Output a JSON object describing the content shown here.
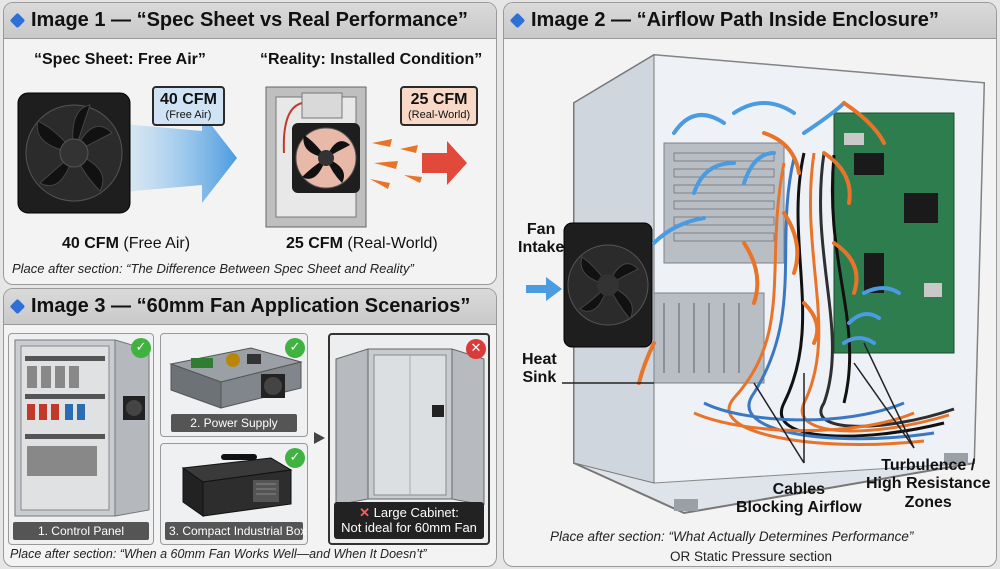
{
  "panel1": {
    "title": "Image 1 — “Spec Sheet vs Real Performance”",
    "left_heading": "“Spec Sheet: Free Air”",
    "right_heading": "“Reality: Installed Condition”",
    "left_badge_value": "40 CFM",
    "left_badge_note": "(Free Air)",
    "right_badge_value": "25 CFM",
    "right_badge_note": "(Real-World)",
    "left_caption_value": "40 CFM",
    "left_caption_note": "(Free Air)",
    "right_caption_value": "25 CFM",
    "right_caption_note": "(Real-World)",
    "placement": "Place after section: “The Difference Between Spec Sheet and Reality”"
  },
  "panel2": {
    "title": "Image 2 — “Airflow Path Inside Enclosure”",
    "label_fan_intake": "Fan\nIntake",
    "label_heat_sink": "Heat\nSink",
    "label_cables": "Cables\nBlocking Airflow",
    "label_turbulence": "Turbulence /\nHigh Resistance\nZones",
    "placement_line1": "Place after section: “What Actually Determines Performance”",
    "placement_line2": "OR Static Pressure section"
  },
  "panel3": {
    "title": "Image 3 — “60mm Fan Application Scenarios”",
    "tile1_label": "1. Control Panel",
    "tile2_label": "2. Power Supply",
    "tile3_label": "3. Compact Industrial Box",
    "tile4_label_line1": "Large Cabinet:",
    "tile4_label_line2": "Not ideal for 60mm Fan",
    "placement": "Place after section: “When a 60mm Fan Works Well—and When It Doesn’t”"
  },
  "colors": {
    "accent_blue": "#2f6fd6",
    "check_green": "#3fb23f",
    "cross_red": "#d93b3b",
    "airflow_blue": "#4a9be0",
    "airflow_orange": "#e8742a"
  }
}
